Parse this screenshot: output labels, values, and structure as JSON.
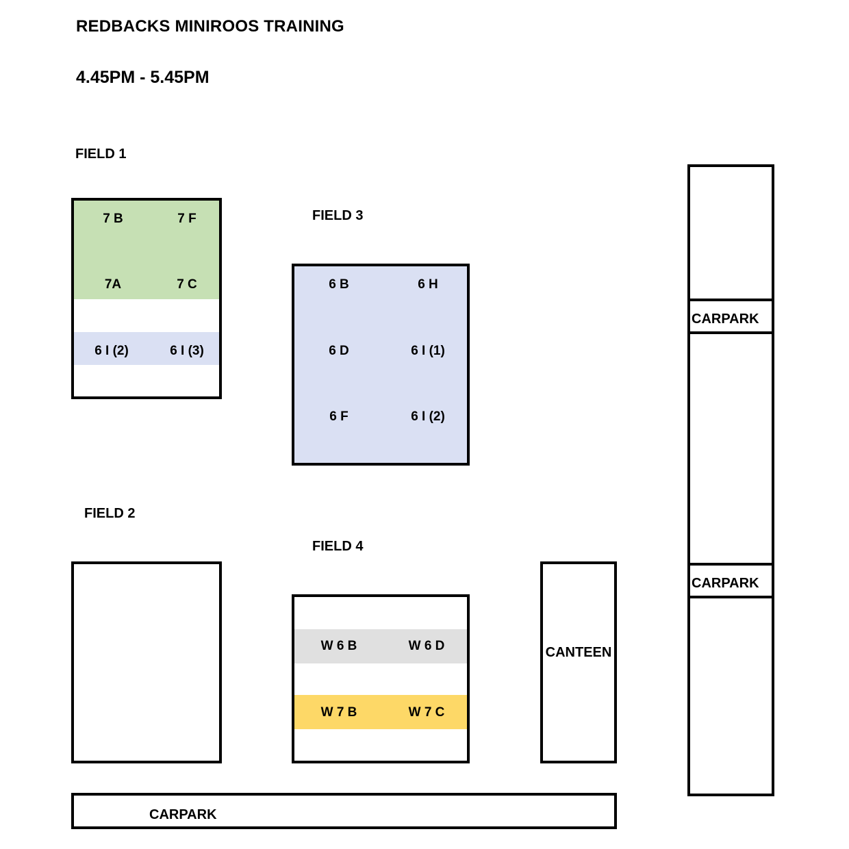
{
  "header": {
    "title": "REDBACKS MINIROOS TRAINING",
    "time": "4.45PM - 5.45PM"
  },
  "colors": {
    "under7": "#c6e0b4",
    "under6": "#dae0f3",
    "w6": "#e0e0e0",
    "w7": "#fdd867"
  },
  "field1": {
    "label": "FIELD 1",
    "teams": [
      "7 B",
      "7 F",
      "7A",
      "7  C",
      "6 I (2)",
      "6 I (3)"
    ]
  },
  "field2": {
    "label": "FIELD 2"
  },
  "field3": {
    "label": "FIELD 3",
    "teams": [
      "6 B",
      "6 H",
      "6 D",
      "6 I (1)",
      "6 F",
      "6 I (2)"
    ]
  },
  "field4": {
    "label": "FIELD 4",
    "teams": [
      "W 6 B",
      "W 6 D",
      "W 7 B",
      "W 7 C"
    ]
  },
  "canteen": {
    "label": "CANTEEN"
  },
  "carpark": {
    "bottom": "CARPARK",
    "right_top": "CARPARK",
    "right_bottom": "CARPARK"
  }
}
